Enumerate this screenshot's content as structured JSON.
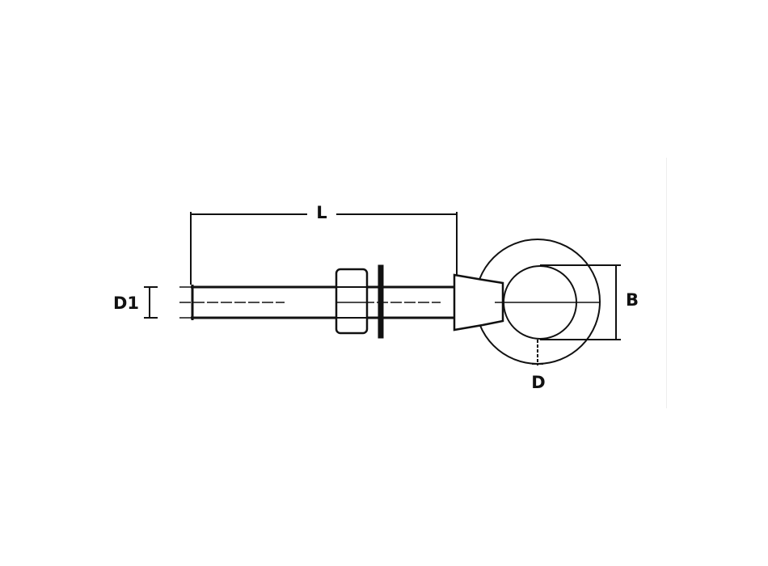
{
  "diagram": {
    "labels": {
      "length": "L",
      "thread_diameter": "D1",
      "eye_inner_diameter": "B",
      "eye_wire_diameter": "D"
    },
    "colors": {
      "line": "#111111",
      "background": "#ffffff"
    }
  }
}
